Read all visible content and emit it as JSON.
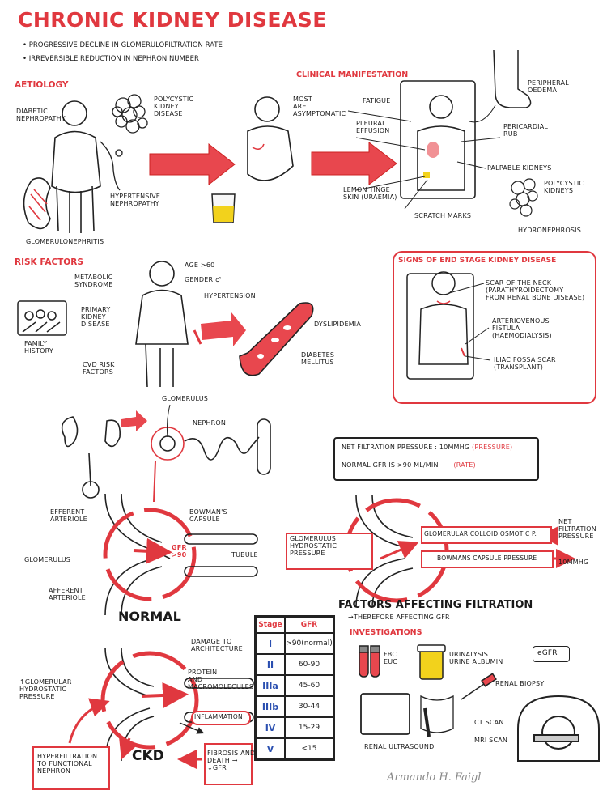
{
  "title": "Chronic Kidney Disease",
  "bullets": [
    "Progressive decline in glomerulofiltration rate",
    "Irreversible reduction in nephron number"
  ],
  "aetiology": {
    "heading": "Aetiology",
    "diabetic": "Diabetic\nnephropathy",
    "polycystic": "Polycystic\nkidney\ndisease",
    "hypertensive": "Hypertensive\nnephropathy",
    "glomerulo": "Glomerulonephritis"
  },
  "asymptomatic": "Most\nare\nasymptomatic",
  "clinical": {
    "heading": "Clinical manifestation",
    "fatigue": "Fatigue",
    "pleural": "Pleural\neffusion",
    "lemon": "Lemon tinge\nskin (uraemia)",
    "scratch": "Scratch marks",
    "oedema": "Peripheral\noedema",
    "rub": "Pericardial\nrub",
    "palpable": "Palpable kidneys",
    "polycystic_k": "Polycystic\nkidneys",
    "hydro": "Hydronephrosis"
  },
  "risk": {
    "heading": "Risk factors",
    "metabolic": "Metabolic\nsyndrome",
    "primary": "Primary\nkidney\ndisease",
    "family": "Family\nhistory",
    "cvd": "CVD risk\nfactors",
    "age": "Age >60",
    "gender": "Gender ♂",
    "htn": "Hypertension",
    "dyslip": "Dyslipidemia",
    "dm": "Diabetes\nmellitus"
  },
  "endstage": {
    "heading": "Signs of end stage kidney disease",
    "scar": "Scar of the neck\n(parathyroidectomy\nfrom renal bone disease)",
    "fistula": "Arteriovenous\nfistula\n(haemodialysis)",
    "iliac": "Iliac fossa scar\n(transplant)"
  },
  "anatomy": {
    "glomerulus": "Glomerulus",
    "nephron": "Nephron"
  },
  "filtration": {
    "nfp": "Net filtration pressure : 10mmHg",
    "nfp_tag": "(pressure)",
    "gfr": "Normal GFR is >90 mL/min",
    "gfr_tag": "(rate)"
  },
  "normal": {
    "efferent": "Efferent\narteriole",
    "glomerulus": "Glomerulus",
    "afferent": "Afferent\narteriole",
    "bowman": "Bowman's\ncapsule",
    "gfr": "GFR\n>90",
    "tubule": "Tubule",
    "label": "Normal"
  },
  "factors": {
    "hydro": "Glomerulus\nhydrostatic\npressure",
    "oncotic": "Glomerular colloid osmotic p.",
    "capsule": "Bowmans capsule pressure",
    "net": "Net\nfiltration\npressure",
    "net_val": "10mmHg",
    "heading": "Factors affecting filtration",
    "sub": "→therefore affecting GFR"
  },
  "ckd": {
    "damage": "Damage to\narchitecture",
    "protein": "Protein\nand\nmacromolecules",
    "inflam": "Inflammation",
    "hydro": "↑Glomerular\nhydrostatic\npressure",
    "label": "CKD",
    "hyperfiltration": "Hyperfiltration\nto functional\nnephron",
    "fibrosis": "Fibrosis and\ndeath →\n↓GFR"
  },
  "stages": {
    "header": [
      "Stage",
      "GFR"
    ],
    "rows": [
      [
        "I",
        ">90(normal)"
      ],
      [
        "II",
        "60-90"
      ],
      [
        "IIIa",
        "45-60"
      ],
      [
        "IIIb",
        "30-44"
      ],
      [
        "IV",
        "15-29"
      ],
      [
        "V",
        "<15"
      ]
    ]
  },
  "investigations": {
    "heading": "Investigations",
    "fbc": "FBC\nEUC",
    "urine": "Urinalysis\nUrine albumin",
    "egfr": "eGFR",
    "biopsy": "Renal biopsy",
    "us": "Renal ultrasound",
    "ct": "CT scan",
    "mri": "MRI scan"
  },
  "signature": "Armando H. Faigl",
  "colors": {
    "accent": "#e0383f",
    "ink": "#1a1a1a",
    "stage": "#2a4fb0",
    "urine": "#f2d21c"
  }
}
